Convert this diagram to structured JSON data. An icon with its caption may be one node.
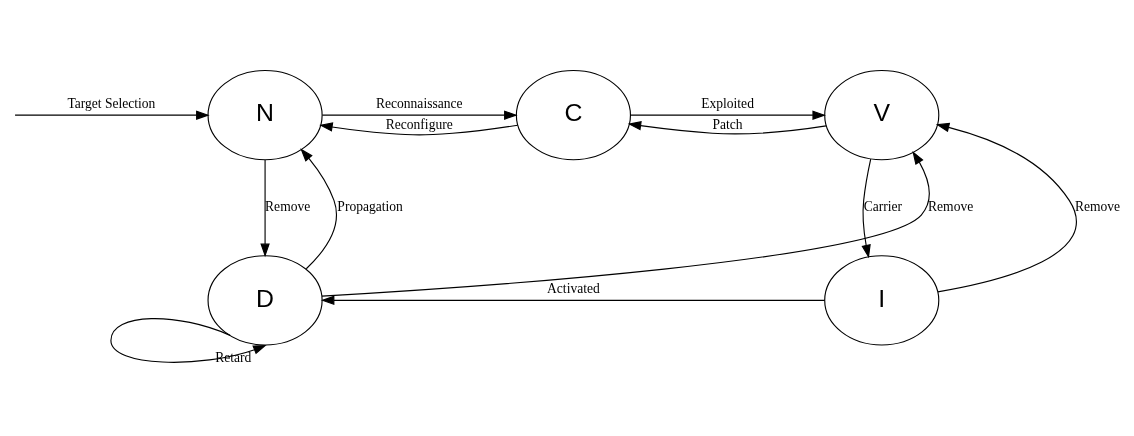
{
  "diagram": {
    "nodes": [
      {
        "text": [
          "N"
        ]
      },
      {
        "text": [
          "C"
        ]
      },
      {
        "text": [
          "V"
        ]
      },
      {
        "text": [
          "D"
        ]
      },
      {
        "text": [
          "I"
        ]
      }
    ],
    "edges": [
      {
        "from": null,
        "to": 0,
        "arrow": "to",
        "label": "Target Selection"
      },
      {
        "from": 1,
        "to": 0,
        "arrow": "to",
        "label": "Reconfigure"
      },
      {
        "from": 0,
        "to": 1,
        "arrow": "to",
        "label": "Reconnaissance"
      },
      {
        "from": 2,
        "to": 1,
        "arrow": "to",
        "label": "Patch"
      },
      {
        "from": 1,
        "to": 2,
        "arrow": "to",
        "label": "Exploited"
      },
      {
        "from": 0,
        "to": 3,
        "arrow": "to",
        "label": "Remove"
      },
      {
        "from": 3,
        "to": 0,
        "arrow": "to",
        "label": "Propagation"
      },
      {
        "from": 3,
        "to": 2,
        "arrow": "to",
        "label": "Remove"
      },
      {
        "from": 4,
        "to": 2,
        "arrow": "to",
        "label": "Remove"
      },
      {
        "from": 2,
        "to": 4,
        "arrow": "to",
        "label": "Carrier"
      },
      {
        "from": 4,
        "to": 3,
        "arrow": "to",
        "label": "Activated"
      },
      {
        "from": 3,
        "to": 3,
        "arrow": "to",
        "label": "Retard"
      }
    ]
  }
}
